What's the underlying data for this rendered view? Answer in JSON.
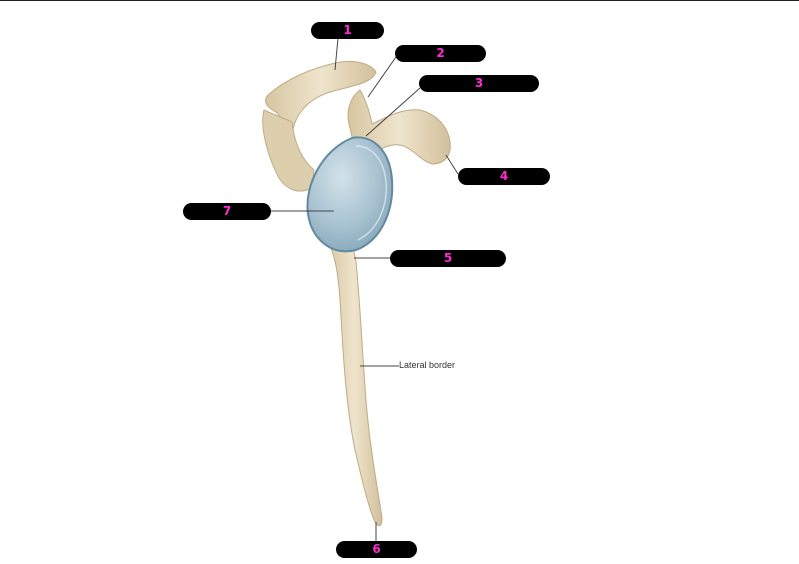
{
  "labels": [
    {
      "number": "1"
    },
    {
      "number": "2"
    },
    {
      "number": "3"
    },
    {
      "number": "4"
    },
    {
      "number": "5"
    },
    {
      "number": "6"
    },
    {
      "number": "7"
    }
  ],
  "annotation": {
    "lateral_border": "Lateral border"
  },
  "colors": {
    "pill": "#000000",
    "number": "#ff2bd0",
    "bone": "#e9dcc0",
    "bone_shadow": "#c7b48e",
    "glenoid": "#a8c2d0",
    "glenoid_rim": "#6f93a8",
    "leader": "#444444"
  }
}
